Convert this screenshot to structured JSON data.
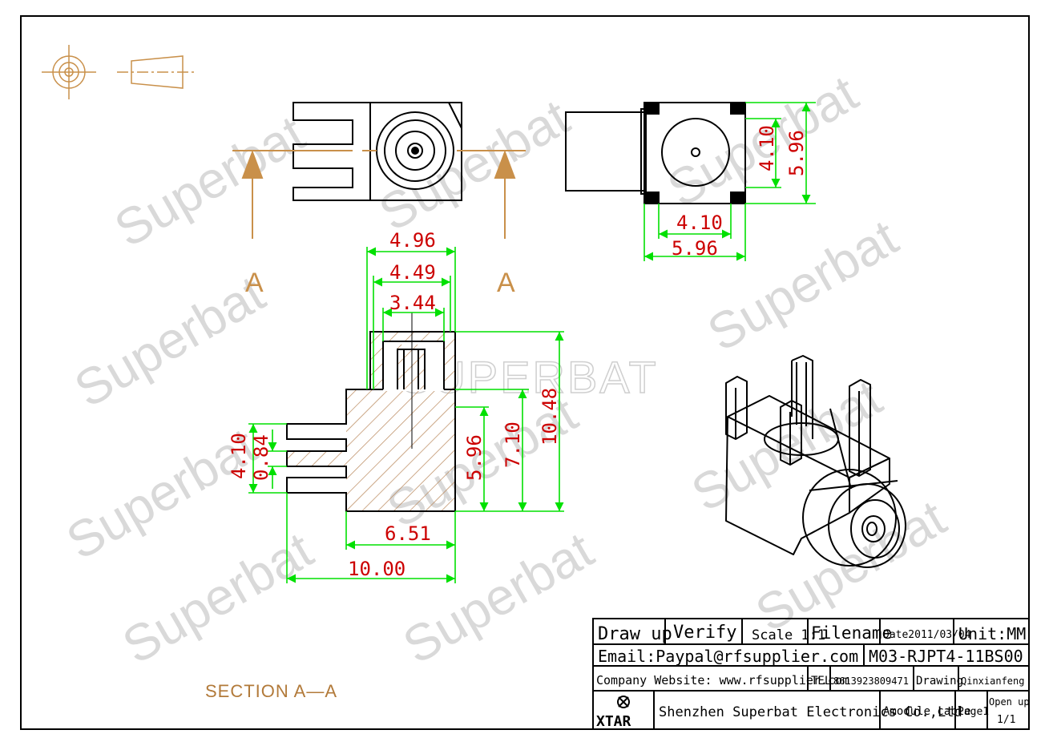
{
  "watermark": {
    "text": "Superbat",
    "center_text": "SUPERBAT"
  },
  "views": {
    "section_label_left": "A",
    "section_label_right": "A",
    "section_caption": "SECTION A—A"
  },
  "dimensions": {
    "side_height_inner": "4.10",
    "side_height_outer": "5.96",
    "side_width_inner": "4.10",
    "side_width_outer": "5.96",
    "top_width_1": "4.96",
    "top_width_2": "4.49",
    "top_width_3": "3.44",
    "height_total": "10.48",
    "height_mid": "7.10",
    "height_body": "5.96",
    "pin_span": "4.10",
    "pin_gap": "0.84",
    "body_length": "6.51",
    "total_length": "10.00"
  },
  "title_block": {
    "draw_up": "Draw up",
    "verify": "Verify",
    "scale": "Scale 1:1",
    "filename_label": "Filename",
    "date": "Date2011/03/04",
    "unit": "Unit:MM",
    "email": "Email:Paypal@rfsupplier.com",
    "part_number": "M03-RJPT4-11BS00",
    "website": "Company Website:  www.rfsupplier.com",
    "tel_label": "TEL",
    "tel": "8613923809471",
    "drawing_label": "Drawing",
    "drawer": "Qinxianfeng",
    "logo": "XTAR",
    "company": "Shenzhen Superbat Electronics Co.,Ltd",
    "product": "Amodule cable",
    "page": "Page1",
    "open_up": "Open up",
    "open_up_value": "1/1"
  },
  "colors": {
    "outline": "#000000",
    "dimension": "#00e000",
    "dim_text": "#cc0000",
    "section_marker": "#c9904a",
    "hatch": "#b8865a"
  }
}
